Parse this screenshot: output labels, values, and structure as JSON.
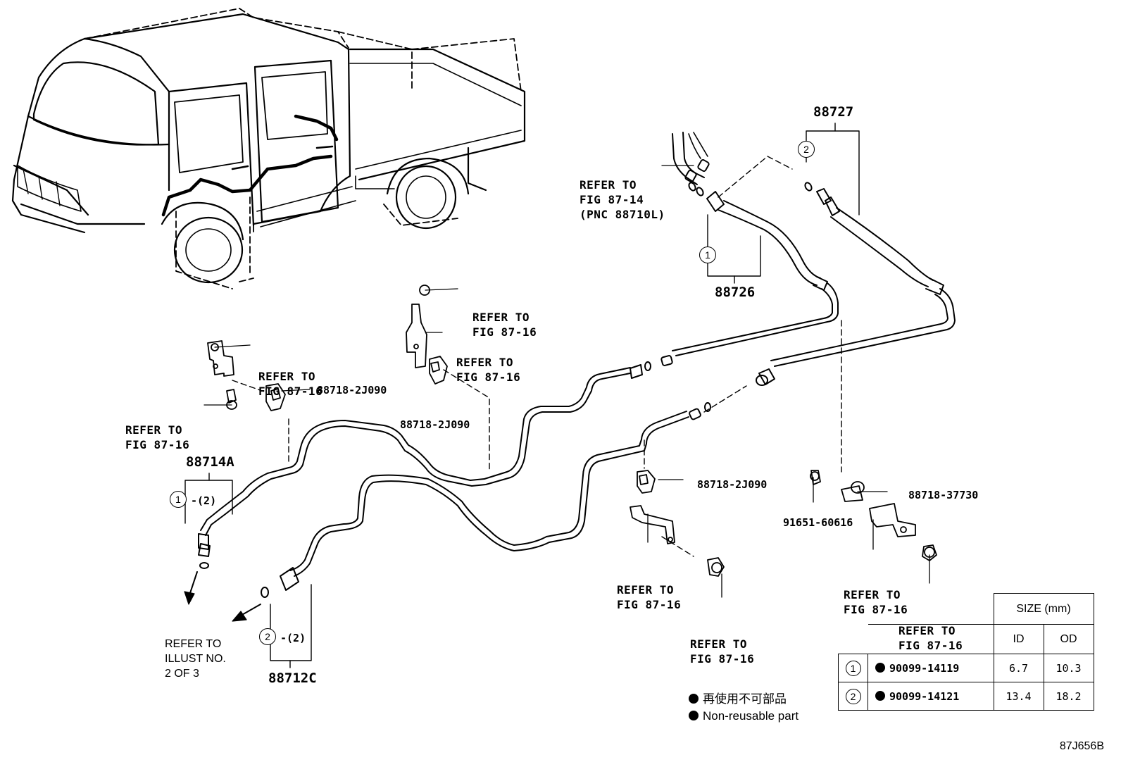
{
  "labels": {
    "refer_87_14": [
      "REFER TO",
      "FIG 87-14",
      "(PNC 88710L)"
    ],
    "refer_87_16": [
      "REFER TO",
      "FIG 87-16"
    ],
    "refer_illust": [
      "REFER TO",
      "ILLUST NO.",
      "2 OF 3"
    ]
  },
  "parts": {
    "p88727": "88727",
    "p88726": "88726",
    "p88714A": "88714A",
    "p88712C": "88712C",
    "clamp_2j090": "88718-2J090",
    "clamp_37730": "88718-37730",
    "bolt_91651": "91651-60616"
  },
  "callouts": {
    "one": "1",
    "two": "2",
    "qty_suffix": "-(2)"
  },
  "size_table": {
    "header": "SIZE (mm)",
    "col_id": "ID",
    "col_od": "OD",
    "rows": [
      {
        "key": "1",
        "part": "90099-14119",
        "id": "6.7",
        "od": "10.3"
      },
      {
        "key": "2",
        "part": "90099-14121",
        "id": "13.4",
        "od": "18.2"
      }
    ]
  },
  "legend": {
    "jp": "再使用不可部品",
    "en": "Non-reusable part"
  },
  "figure_code": "87J656B"
}
